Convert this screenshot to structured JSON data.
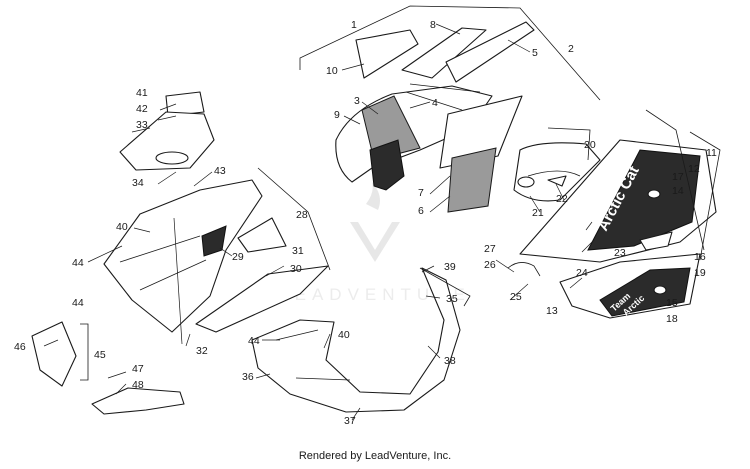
{
  "footer": {
    "text": "Rendered by LeadVenture, Inc."
  },
  "watermark": {
    "text": "LEADVENTURE"
  },
  "decals": {
    "arctic_cat": "Arctic Cat",
    "team": "Team",
    "team_arctic": "Arctic"
  },
  "callouts": [
    "1",
    "2",
    "3",
    "4",
    "5",
    "6",
    "7",
    "8",
    "9",
    "10",
    "11",
    "12",
    "13",
    "14",
    "15",
    "16",
    "17",
    "18",
    "19",
    "20",
    "21",
    "22",
    "23",
    "24",
    "25",
    "26",
    "27",
    "28",
    "29",
    "30",
    "31",
    "32",
    "33",
    "34",
    "35",
    "36",
    "37",
    "38",
    "39",
    "40",
    "40",
    "41",
    "42",
    "43",
    "44",
    "44",
    "44",
    "45",
    "46",
    "47",
    "48"
  ]
}
